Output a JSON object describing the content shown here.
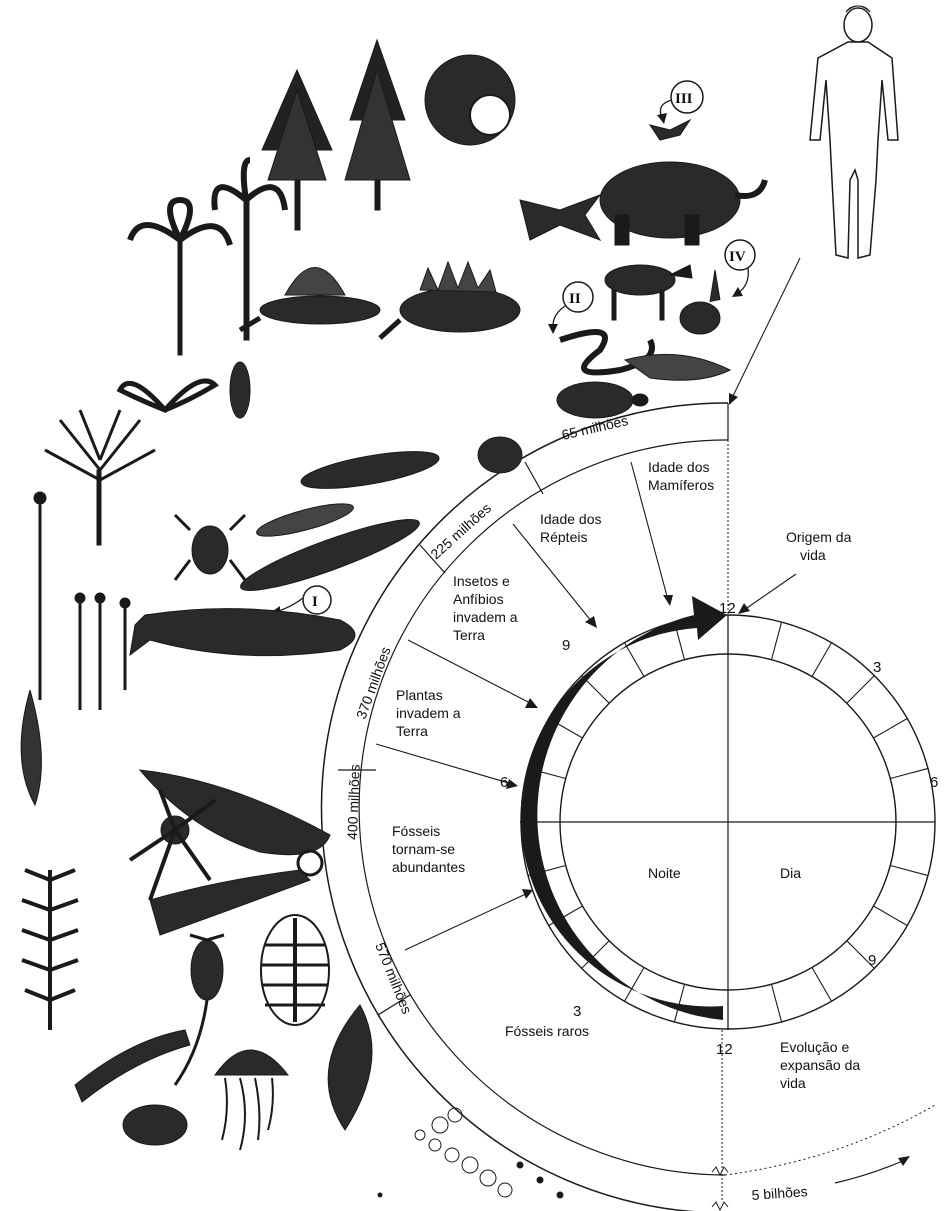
{
  "markers": {
    "ma65": "65 milhões",
    "ma225": "225 milhões",
    "ma370": "370 milhões",
    "ma400": "400 milhões",
    "ma570": "570 milhões",
    "bn5": "5 bilhões"
  },
  "events": {
    "mammals": [
      "Idade dos",
      "Mamíferos"
    ],
    "reptiles": [
      "Idade dos",
      "Répteis"
    ],
    "insects": [
      "Insetos e",
      "Anfíbios",
      "invadem a",
      "Terra"
    ],
    "plants": [
      "Plantas",
      "invadem a",
      "Terra"
    ],
    "fossils_abundant": [
      "Fósseis",
      "tornam-se",
      "abundantes"
    ],
    "fossils_rare": "Fósseis raros",
    "origin": [
      "Origem da",
      "vida"
    ],
    "evolution": [
      "Evolução e",
      "expansão da",
      "vida"
    ]
  },
  "clock": {
    "night": "Noite",
    "day": "Dia",
    "h12_top": "12",
    "h3_right": "3",
    "h6_right": "6",
    "h9_right": "9",
    "h12_bottom": "12",
    "h3_left": "3",
    "h6_left": "6",
    "h9_left": "9"
  },
  "roman_labels": [
    "I",
    "II",
    "III",
    "IV"
  ],
  "illustrations": [
    "human-figure",
    "trees",
    "palm-trees",
    "fern",
    "dimetrodon",
    "stegosaurus",
    "mammoth",
    "pterosaurs",
    "horse",
    "rabbit",
    "snakes",
    "turtle",
    "whale",
    "amphibians",
    "fish",
    "scorpion",
    "insect",
    "early-fish",
    "starfish",
    "ammonite",
    "trilobite",
    "crinoid",
    "jellyfish",
    "worm",
    "sea-pen",
    "seaweed",
    "bacteria-colony"
  ]
}
